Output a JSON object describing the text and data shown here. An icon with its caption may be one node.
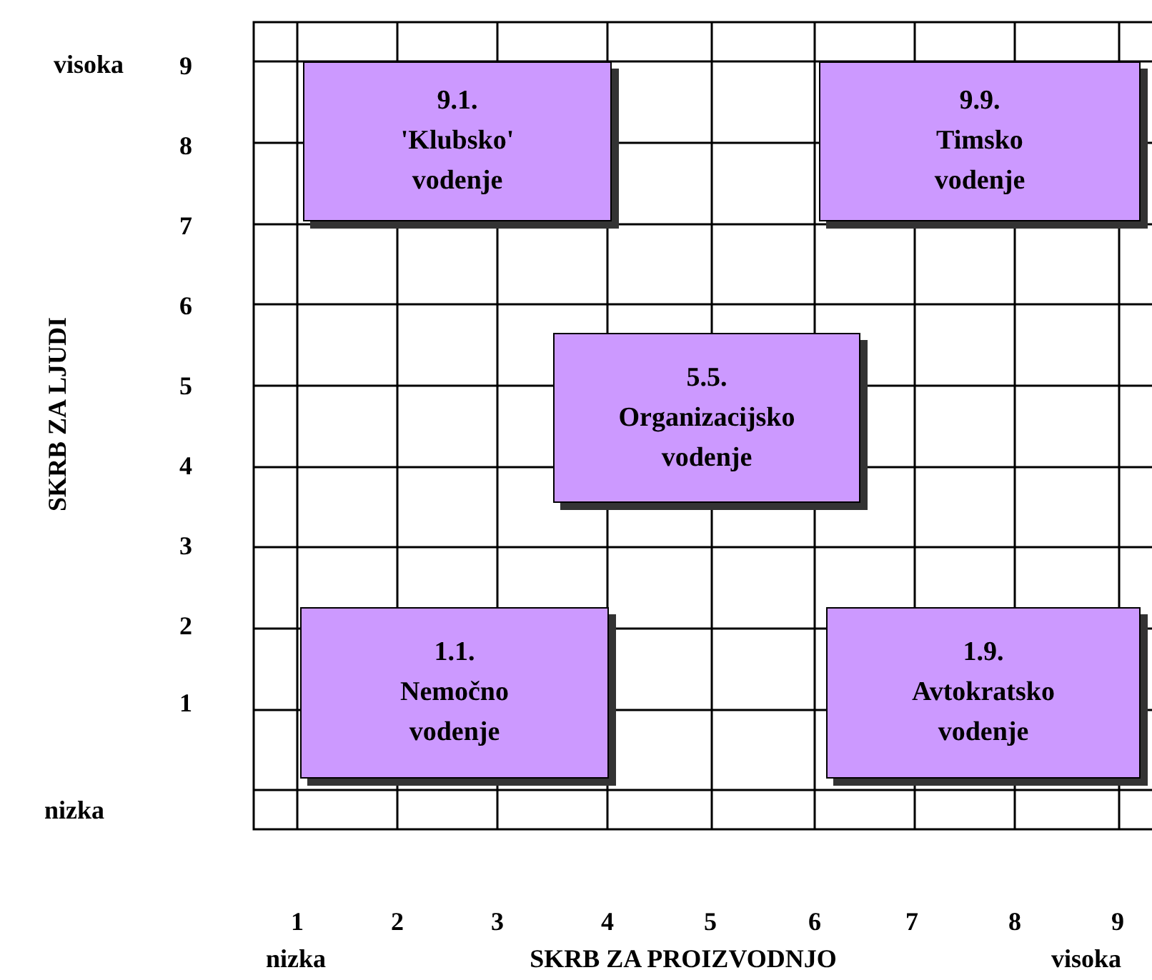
{
  "diagram": {
    "nodes": [
      {
        "text": [
          "9.1.",
          "'Klubsko' vodenje"
        ]
      },
      {
        "text": [
          "9.9.",
          "Timsko vodenje"
        ]
      },
      {
        "text": [
          "5.5.",
          "Organizacijsko vodenje"
        ]
      },
      {
        "text": [
          "1.1.",
          "Nemočno vodenje"
        ]
      },
      {
        "text": [
          "1.9.",
          "Avtokratsko vodenje"
        ]
      }
    ],
    "edges": [],
    "labels": [
      "visoka",
      "9",
      "8",
      "7",
      "6",
      "5",
      "4",
      "3",
      "2",
      "1",
      "SKRB ZA LJUDI",
      "nizka",
      "1",
      "2",
      "3",
      "4",
      "5",
      "6",
      "7",
      "8",
      "9",
      "nizka",
      "SKRB ZA PROIZVODNJO",
      "visoka"
    ]
  }
}
